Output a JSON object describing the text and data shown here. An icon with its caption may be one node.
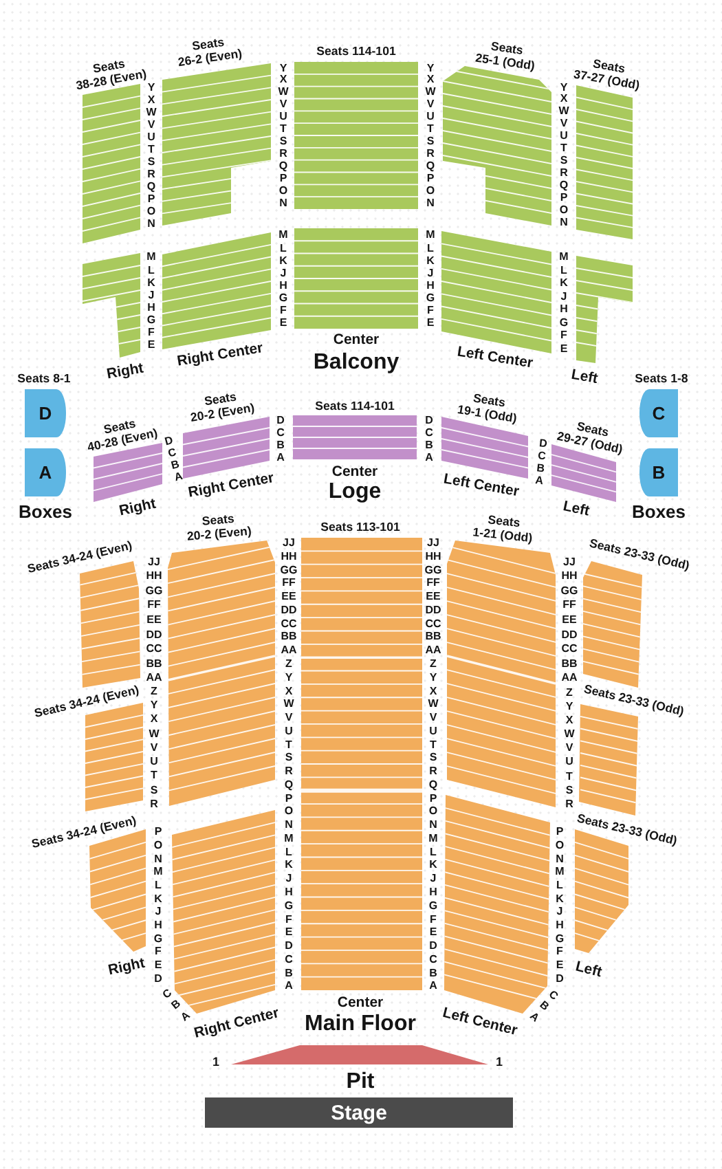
{
  "diagram": {
    "nodes": [
      {
        "text": [
          "Seats 38-28 (Even)"
        ]
      },
      {
        "text": [
          "Seats 26-2 (Even)"
        ]
      },
      {
        "text": [
          "Seats 114-101"
        ]
      },
      {
        "text": [
          "Seats 25-1 (Odd)"
        ]
      },
      {
        "text": [
          "Seats 37-27 (Odd)"
        ]
      },
      {
        "text": [
          "Right"
        ]
      },
      {
        "text": [
          "Right Center"
        ]
      },
      {
        "text": [
          "Center"
        ]
      },
      {
        "text": [
          "Left Center"
        ]
      },
      {
        "text": [
          "Left"
        ]
      },
      {
        "text": [
          "D"
        ]
      },
      {
        "text": [
          "C"
        ]
      },
      {
        "text": [
          "A"
        ]
      },
      {
        "text": [
          "B"
        ]
      },
      {
        "text": [
          "Seats 40-28 (Even)",
          "Right"
        ]
      },
      {
        "text": [
          "Seats 20-2 (Even)",
          "Right Center"
        ]
      },
      {
        "text": [
          "Seats 114-101",
          "Center"
        ]
      },
      {
        "text": [
          "Seats 19-1 (Odd)",
          "Left Center"
        ]
      },
      {
        "text": [
          "Seats 29-27 (Odd)",
          "Left"
        ]
      },
      {
        "text": [
          "Seats 20-2 (Even)"
        ]
      },
      {
        "text": [
          "Seats 113-101",
          "Center"
        ]
      },
      {
        "text": [
          "Seats 1-21 (Odd)"
        ]
      },
      {
        "text": [
          "Seats 34-24 (Even)"
        ]
      },
      {
        "text": [
          "Seats 23-33 (Odd)"
        ]
      },
      {
        "text": [
          "Seats 34-24 (Even)"
        ]
      },
      {
        "text": [
          "Seats 23-33 (Odd)"
        ]
      },
      {
        "text": [
          "Seats 34-24 (Even)",
          "Right"
        ]
      },
      {
        "text": [
          "Right Center"
        ]
      },
      {
        "text": [
          "Left Center"
        ]
      },
      {
        "text": [
          "Seats 23-33 (Odd)",
          "Left"
        ]
      },
      {
        "text": [
          "Pit"
        ],
        "beside": [
          "1",
          "1"
        ]
      },
      {
        "text": [
          "Stage"
        ]
      }
    ],
    "labels": [
      "Y X W V U T S R Q P O N",
      "Y X W V U T S R Q P O N",
      "Y X W V U T S R Q P O N",
      "Y X W V U T S R Q P O N",
      "M L K J H G F E",
      "M L K J H G F E",
      "M L K J H G F E",
      "M L K J H G F E",
      "Balcony",
      "Seats 8-1",
      "Seats 1-8",
      "D C B A",
      "D C B A",
      "D C B A",
      "D C B A",
      "Boxes",
      "Loge",
      "Boxes",
      "JJ HH GG FF EE DD CC BB AA",
      "JJ HH GG FF EE DD CC BB AA Z Y X W V U T S R Q P O N M L K J H G F E D C B A",
      "JJ HH GG FF EE DD CC BB AA Z Y X W V U T S R Q P O N M L K J H G F E D C B A",
      "JJ HH GG FF EE DD CC BB AA",
      "Z Y X W V U T S R",
      "Z Y X W V U T S R",
      "P O N M L K J H G F E D",
      "P O N M L K J H G F E D",
      "C B A",
      "C B A",
      "Main Floor"
    ]
  }
}
